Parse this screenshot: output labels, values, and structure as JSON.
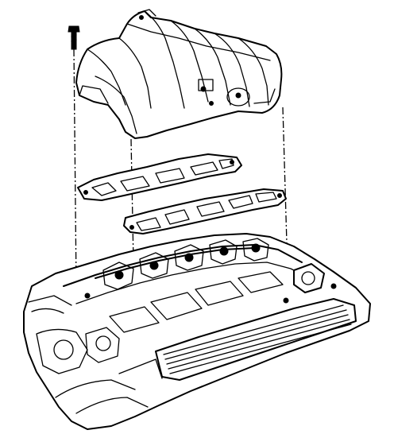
{
  "figure": {
    "components": [
      {
        "id": "bolt",
        "icon": "bolt-icon"
      },
      {
        "id": "upper-intake-manifold",
        "icon": "manifold-icon"
      },
      {
        "id": "upper-gasket",
        "icon": "gasket-icon"
      },
      {
        "id": "lower-gasket",
        "icon": "gasket-icon"
      },
      {
        "id": "lower-intake-manifold",
        "icon": "engine-block-icon"
      }
    ],
    "line_color": "#000000",
    "background_color": "#ffffff"
  }
}
